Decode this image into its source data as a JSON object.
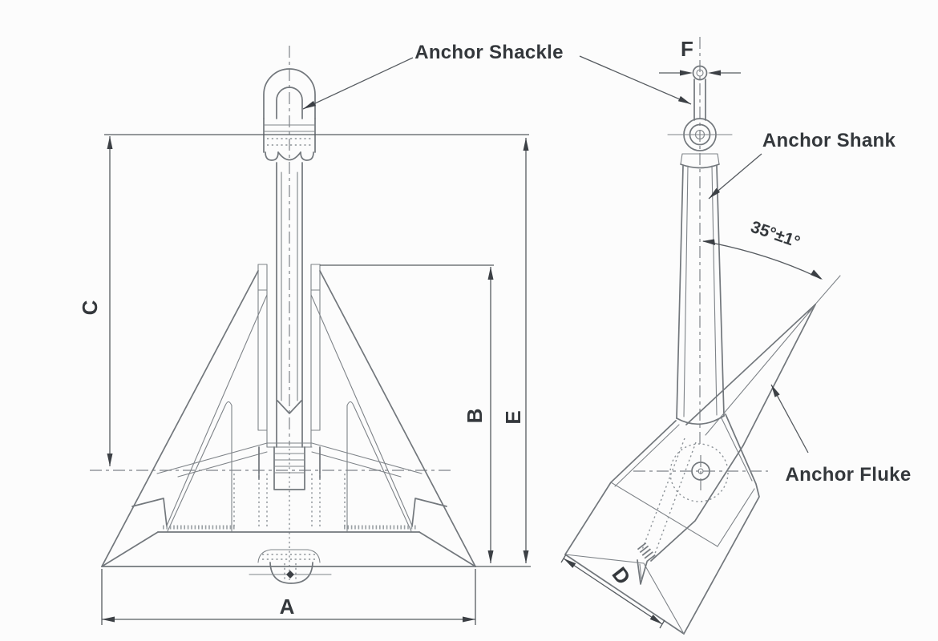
{
  "labels": {
    "shackle": "Anchor Shackle",
    "shank": "Anchor Shank",
    "fluke": "Anchor Fluke"
  },
  "dimensions": {
    "a": "A",
    "b": "B",
    "c": "C",
    "d": "D",
    "e": "E",
    "f": "F",
    "fluke_angle": "35°±1°"
  },
  "colors": {
    "background": "#fcfcfc",
    "line": "#72777c",
    "hidden_line": "#8d9398",
    "dimension_line": "#565b60",
    "text": "#34383c"
  }
}
